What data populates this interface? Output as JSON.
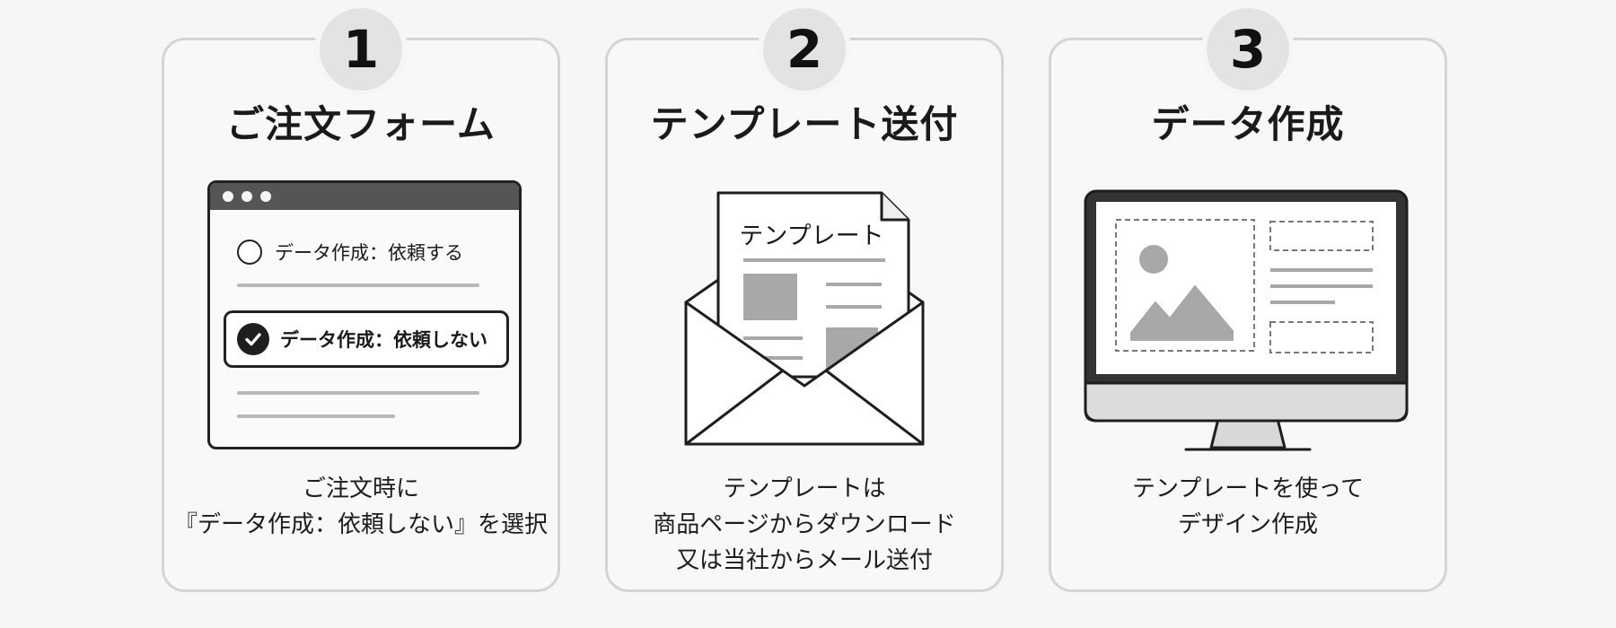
{
  "steps": [
    {
      "number": "1",
      "title": "ご注文フォーム",
      "illustration": "order-form-window",
      "form": {
        "option_1": "データ作成：依頼する",
        "option_2": "データ作成：依頼しない",
        "selected": "option_2"
      },
      "desc_lines": [
        "ご注文時に",
        "『データ作成：依頼しない』を選択"
      ]
    },
    {
      "number": "2",
      "title": "テンプレート送付",
      "illustration": "envelope-with-template",
      "document_label": "テンプレート",
      "desc_lines": [
        "テンプレートは",
        "商品ページからダウンロード",
        "又は当社からメール送付"
      ]
    },
    {
      "number": "3",
      "title": "データ作成",
      "illustration": "desktop-monitor-design",
      "desc_lines": [
        "テンプレートを使って",
        "デザイン作成"
      ]
    }
  ],
  "colors": {
    "card_border": "#d4d4d4",
    "badge_bg": "#e3e3e3",
    "ink": "#1c1c1c",
    "placeholder_gray": "#a8a8a8"
  }
}
